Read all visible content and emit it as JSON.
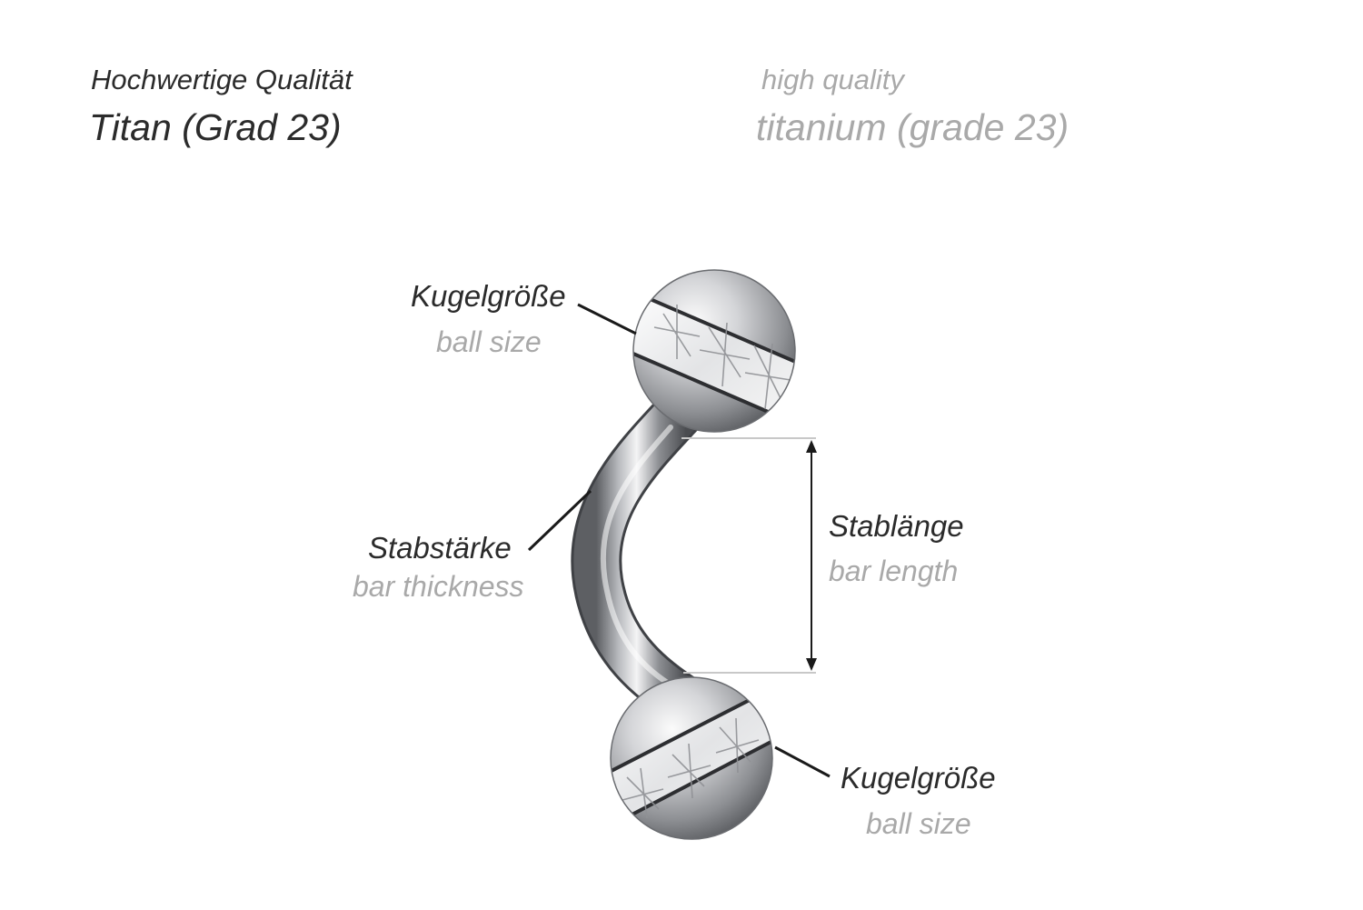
{
  "header": {
    "quality_de": "Hochwertige Qualität",
    "quality_en": "high quality",
    "material_de": "Titan (Grad 23)",
    "material_en": "titanium (grade 23)"
  },
  "labels": {
    "ball_top_de": "Kugelgröße",
    "ball_top_en": "ball size",
    "bar_thickness_de": "Stabstärke",
    "bar_thickness_en": "bar thickness",
    "bar_length_de": "Stablänge",
    "bar_length_en": "bar length",
    "ball_bottom_de": "Kugelgröße",
    "ball_bottom_en": "ball size"
  },
  "colors": {
    "text_de": "#2b2b2b",
    "text_en": "#a9a9a9",
    "metal": "#9a9ca0",
    "leader": "#1a1a1a"
  },
  "icons": {
    "product": "curved-barbell-with-crystal-balls-icon",
    "dimension": "double-arrow-icon"
  }
}
